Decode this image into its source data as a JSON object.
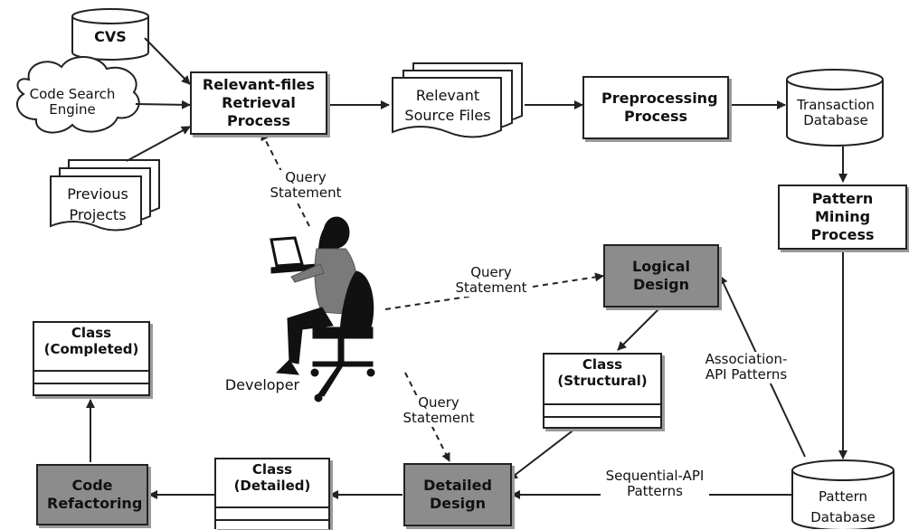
{
  "inputs": {
    "cvs": "CVS",
    "code_search_engine": "Code Search Engine",
    "previous_projects": "Previous Projects"
  },
  "processes": {
    "relevant_files_retrieval": "Relevant-files Retrieval Process",
    "preprocessing": "Preprocessing Process",
    "pattern_mining": "Pattern Mining Process",
    "code_refactoring": "Code Refactoring"
  },
  "artifacts": {
    "relevant_source_files": "Relevant Source Files",
    "transaction_database": "Transaction Database",
    "pattern_database": "Pattern Database"
  },
  "designs": {
    "logical_design": "Logical Design",
    "detailed_design": "Detailed Design"
  },
  "classes": {
    "structural": "Class (Structural)",
    "detailed": "Class (Detailed)",
    "completed": "Class (Completed)"
  },
  "edge_labels": {
    "query_statement_retrieval": "Query Statement",
    "query_statement_logical": "Query Statement",
    "query_statement_detailed": "Query Statement",
    "association_api_patterns": "Association-API Patterns",
    "sequential_api_patterns": "Sequential-API Patterns"
  },
  "actor": {
    "developer": "Developer"
  },
  "colors": {
    "stroke": "#222222",
    "gray_fill": "#8c8c8c",
    "shadow": "#9a9a9a"
  }
}
